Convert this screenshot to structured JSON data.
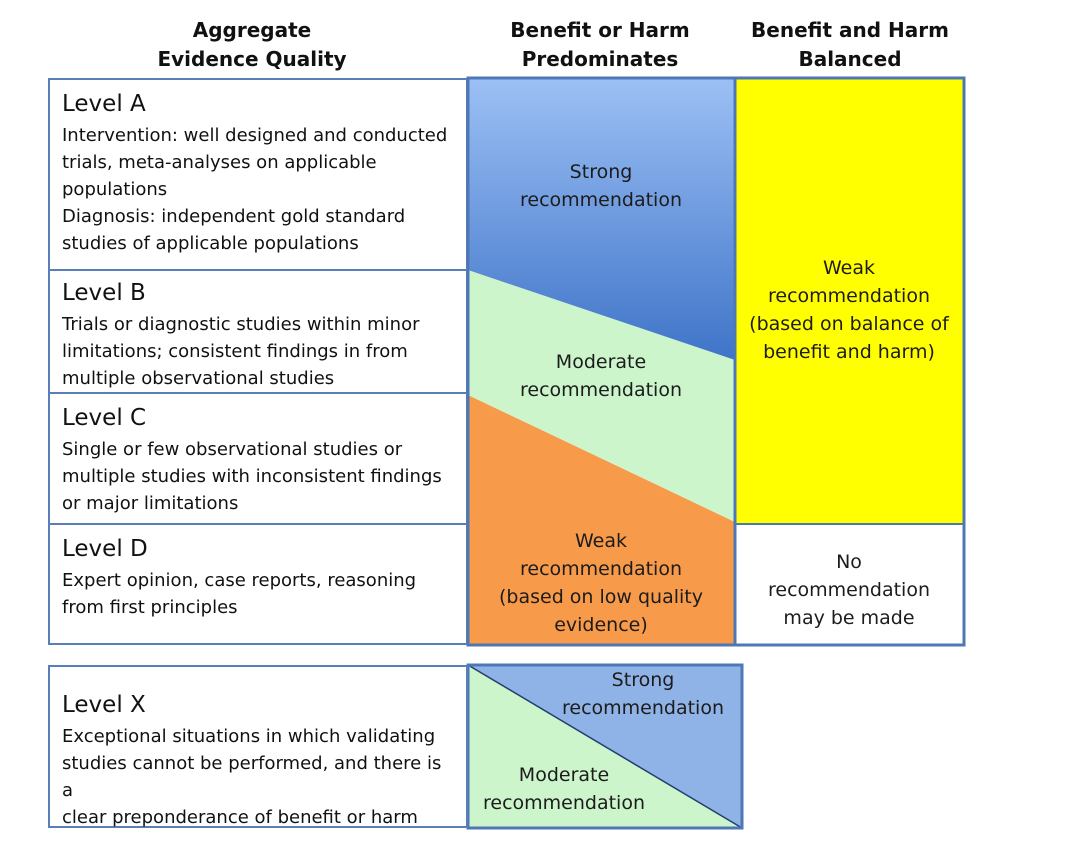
{
  "headers": {
    "quality": [
      "Aggregate",
      "Evidence Quality"
    ],
    "predominates": [
      "Benefit or Harm",
      "Predominates"
    ],
    "balanced": [
      "Benefit and Harm",
      "Balanced"
    ]
  },
  "levels": [
    {
      "title": "Level A",
      "desc": [
        "Intervention: well designed and conducted",
        "trials, meta-analyses on applicable",
        "populations",
        "Diagnosis: independent gold standard",
        "studies of applicable populations"
      ]
    },
    {
      "title": "Level B",
      "desc": [
        "Trials or diagnostic studies within minor",
        "limitations; consistent findings in from",
        "multiple observational studies"
      ]
    },
    {
      "title": "Level C",
      "desc": [
        "Single or few observational studies or",
        "multiple studies with inconsistent findings",
        "or major limitations"
      ]
    },
    {
      "title": "Level D",
      "desc": [
        "Expert opinion, case reports, reasoning",
        "from first principles"
      ]
    }
  ],
  "level_x": {
    "title": "Level X",
    "desc": [
      "Exceptional situations in which validating",
      "studies cannot be performed, and there is a",
      "clear preponderance of benefit or harm"
    ]
  },
  "recommendations": {
    "strong": [
      "Strong",
      "recommendation"
    ],
    "moderate": [
      "Moderate",
      "recommendation"
    ],
    "weak_low": [
      "Weak",
      "recommendation",
      "(based on low quality",
      "evidence)"
    ],
    "weak_balance": [
      "Weak",
      "recommendation",
      "(based on balance of",
      "benefit and harm)"
    ],
    "none": [
      "No",
      "recommendation",
      "may be made"
    ],
    "x_strong": [
      "Strong",
      "recommendation"
    ],
    "x_moderate": [
      "Moderate",
      "recommendation"
    ]
  },
  "colors": {
    "strong_top": "#9cc0f5",
    "strong_bottom": "#3f74c8",
    "moderate": "#ccf5cc",
    "weak_low": "#f79a4a",
    "weak_balance": "#ffff00",
    "border": "#4e78b5",
    "x_strong": "#8fb3e6"
  }
}
